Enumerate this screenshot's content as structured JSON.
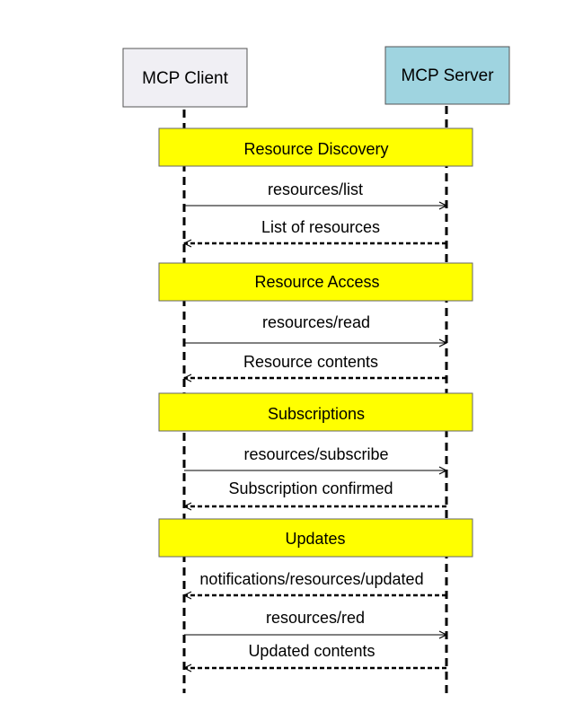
{
  "participants": {
    "client": {
      "label": "MCP Client",
      "fill": "#f0eff4"
    },
    "server": {
      "label": "MCP Server",
      "fill": "#9fd4e0"
    }
  },
  "sections": [
    {
      "title": "Resource Discovery",
      "messages": [
        {
          "label": "resources/list",
          "direction": "client-to-server",
          "style": "solid"
        },
        {
          "label": "List of resources",
          "direction": "server-to-client",
          "style": "dashed"
        }
      ]
    },
    {
      "title": "Resource Access",
      "messages": [
        {
          "label": "resources/read",
          "direction": "client-to-server",
          "style": "solid"
        },
        {
          "label": "Resource contents",
          "direction": "server-to-client",
          "style": "dashed"
        }
      ]
    },
    {
      "title": "Subscriptions",
      "messages": [
        {
          "label": "resources/subscribe",
          "direction": "client-to-server",
          "style": "solid"
        },
        {
          "label": "Subscription confirmed",
          "direction": "server-to-client",
          "style": "dashed"
        }
      ]
    },
    {
      "title": "Updates",
      "messages": [
        {
          "label": "notifications/resources/updated",
          "direction": "server-to-client",
          "style": "dashed"
        },
        {
          "label": "resources/red",
          "direction": "client-to-server",
          "style": "solid"
        },
        {
          "label": "Updated contents",
          "direction": "server-to-client",
          "style": "dashed"
        }
      ]
    }
  ],
  "colors": {
    "section_fill": "#ffff00",
    "line": "#000000"
  }
}
